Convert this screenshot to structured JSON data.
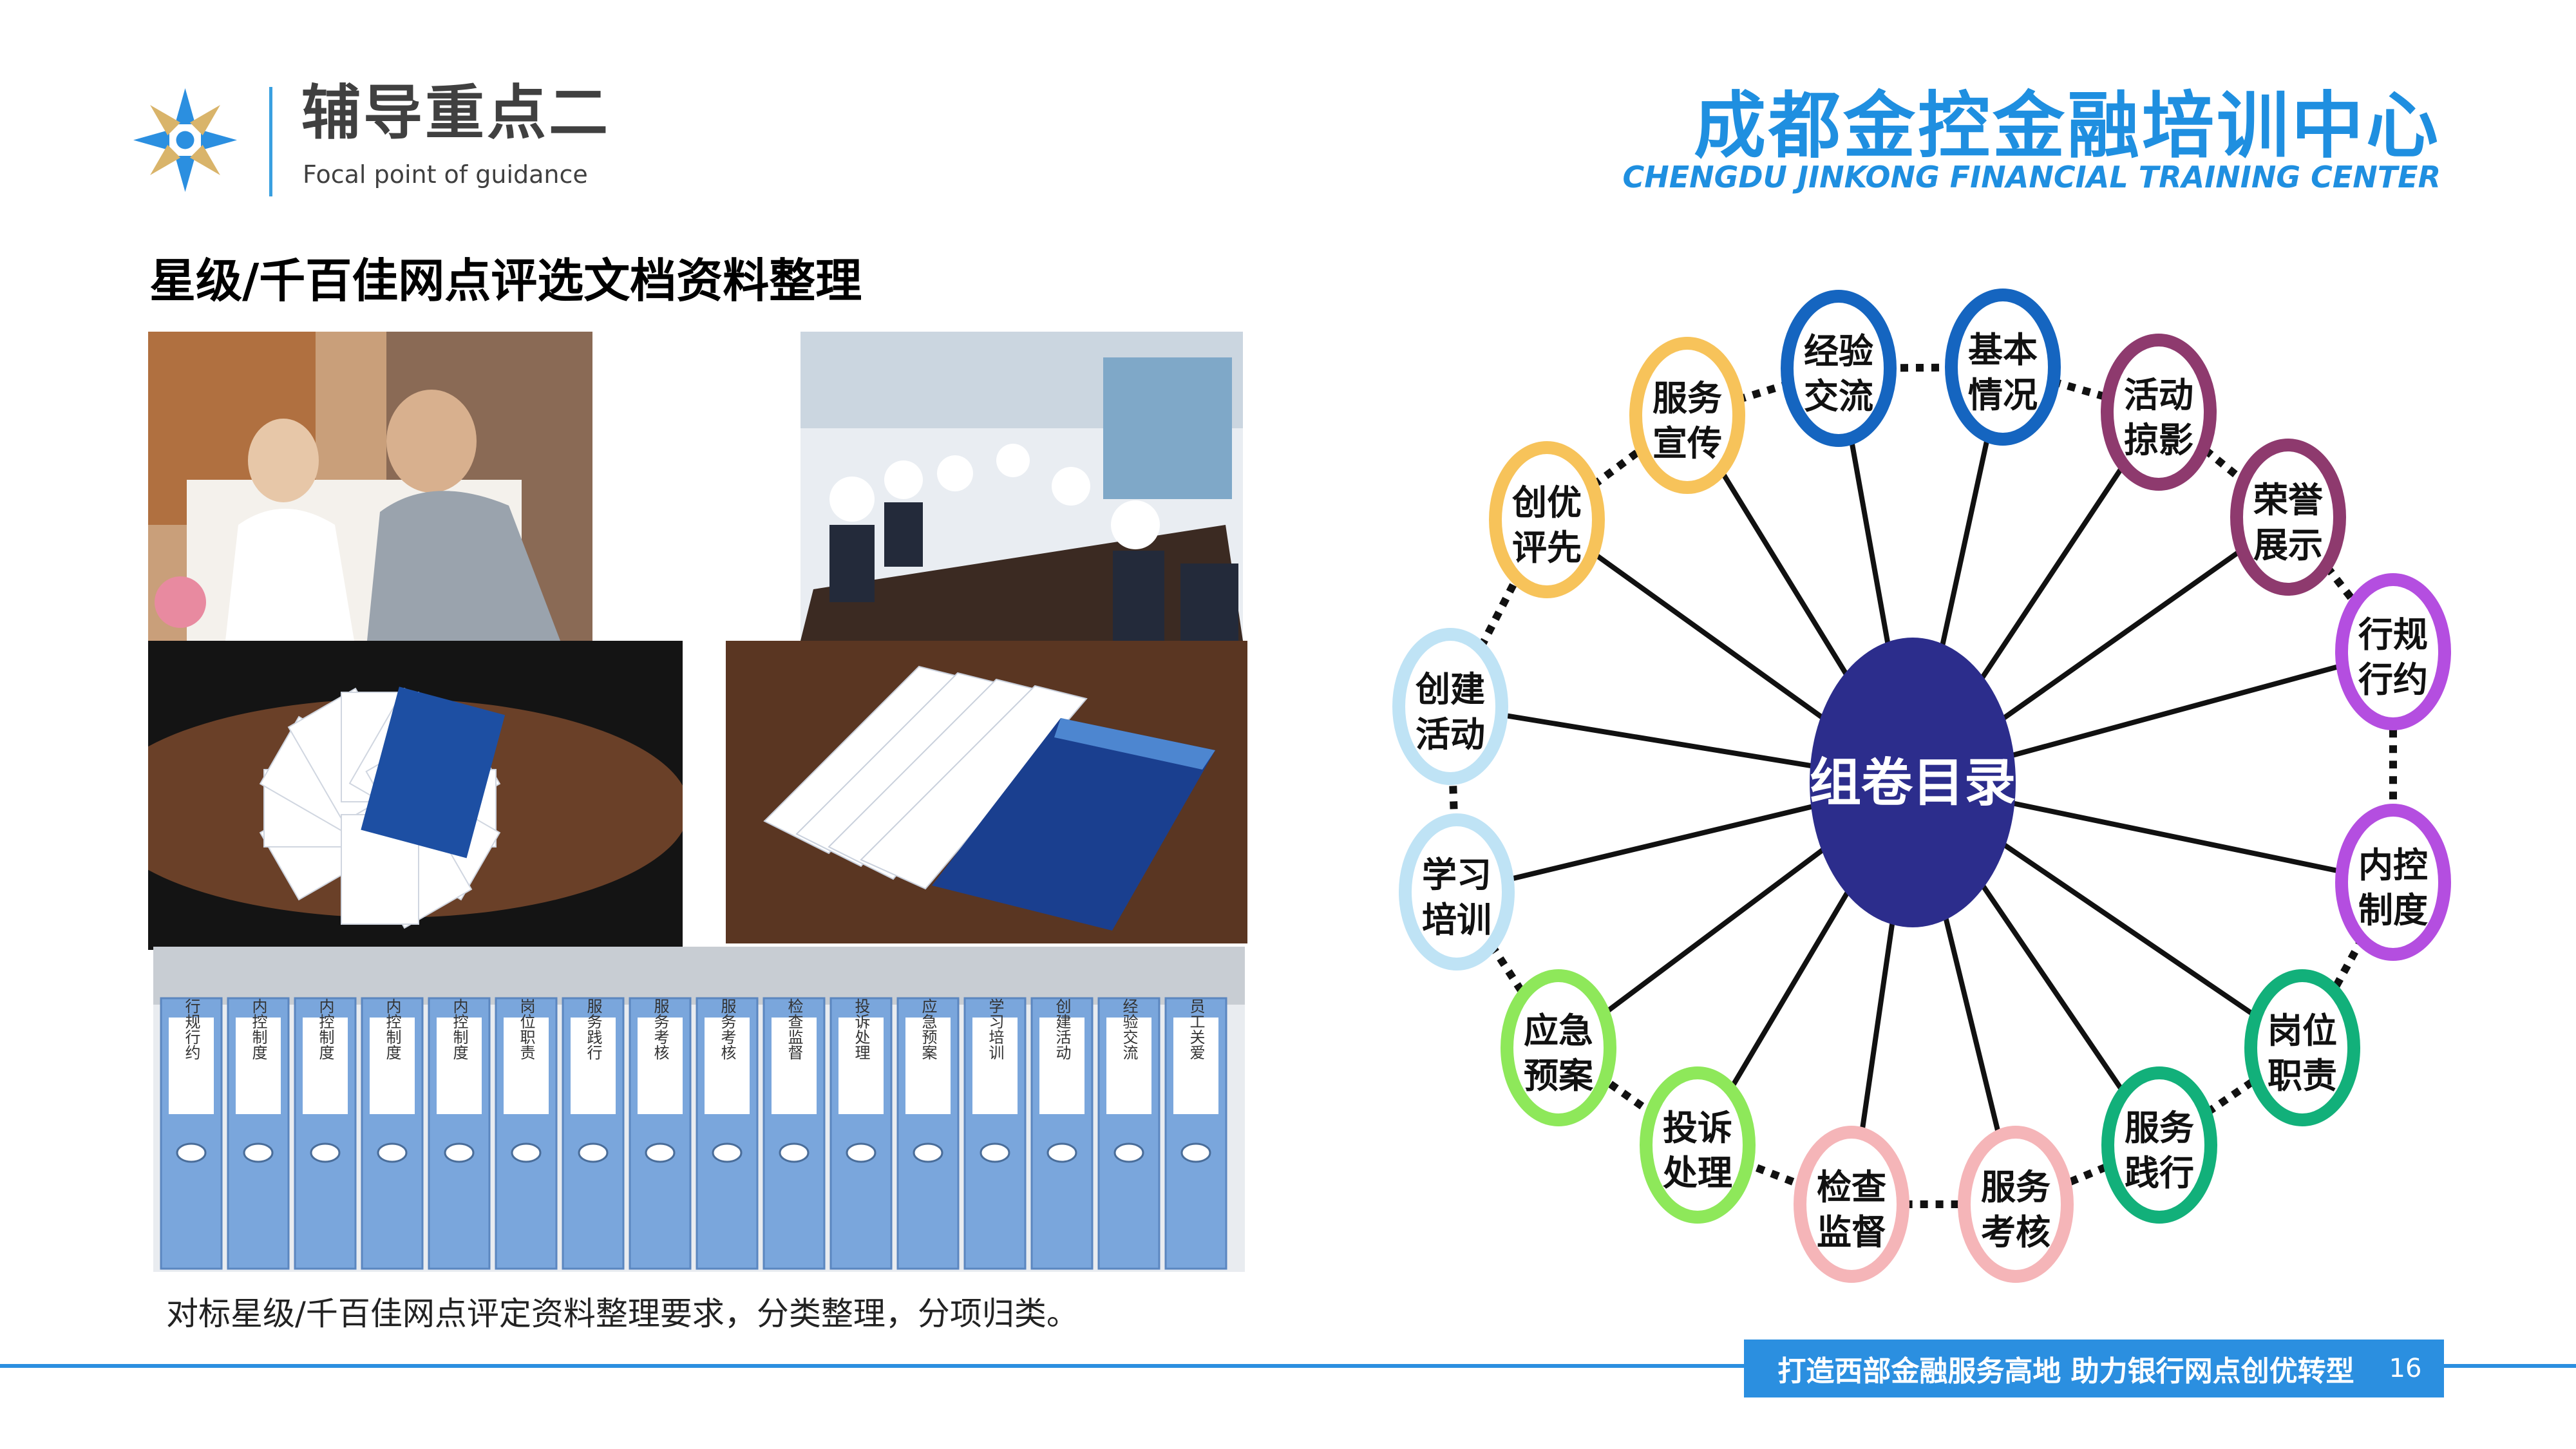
{
  "header": {
    "title": "辅导重点二",
    "subtitle": "Focal point of guidance",
    "org_name": "成都金控金融培训中心",
    "org_name_en": "CHENGDU JINKONG FINANCIAL TRAINING CENTER"
  },
  "section_title": "星级/千百佳网点评选文档资料整理",
  "caption": "对标星级/千百佳网点评定资料整理要求，分类整理，分项归类。",
  "footer": {
    "slogan": "打造西部金融服务高地  助力银行网点创优转型",
    "page_number": "16"
  },
  "diagram": {
    "center_label": "组卷目录",
    "center_color": "#2c2d8c",
    "nodes": [
      {
        "line1": "经验",
        "line2": "交流",
        "color": "#1565c0"
      },
      {
        "line1": "基本",
        "line2": "情况",
        "color": "#1565c0"
      },
      {
        "line1": "活动",
        "line2": "掠影",
        "color": "#8e3a6e"
      },
      {
        "line1": "荣誉",
        "line2": "展示",
        "color": "#8e3a6e"
      },
      {
        "line1": "行规",
        "line2": "行约",
        "color": "#b44ee0"
      },
      {
        "line1": "内控",
        "line2": "制度",
        "color": "#b44ee0"
      },
      {
        "line1": "岗位",
        "line2": "职责",
        "color": "#12b07a"
      },
      {
        "line1": "服务",
        "line2": "践行",
        "color": "#12b07a"
      },
      {
        "line1": "服务",
        "line2": "考核",
        "color": "#f5b5b8"
      },
      {
        "line1": "检查",
        "line2": "监督",
        "color": "#f5b5b8"
      },
      {
        "line1": "投诉",
        "line2": "处理",
        "color": "#8ee85a"
      },
      {
        "line1": "应急",
        "line2": "预案",
        "color": "#8ee85a"
      },
      {
        "line1": "学习",
        "line2": "培训",
        "color": "#bfe3f5"
      },
      {
        "line1": "创建",
        "line2": "活动",
        "color": "#bfe3f5"
      },
      {
        "line1": "创优",
        "line2": "评先",
        "color": "#f7c35a"
      },
      {
        "line1": "服务",
        "line2": "宣传",
        "color": "#f7c35a"
      }
    ]
  },
  "photos": {
    "binder_labels": [
      "行规行约",
      "内控制度",
      "内控制度",
      "内控制度",
      "内控制度",
      "岗位职责",
      "服务践行",
      "服务考核",
      "服务考核",
      "检查监督",
      "投诉处理",
      "应急预案",
      "学习培训",
      "创建活动",
      "经验交流",
      "员工关爱"
    ]
  },
  "colors": {
    "accent": "#2b8fe0",
    "brand_blue": "#1f8fe0",
    "title_gray": "#404040"
  }
}
